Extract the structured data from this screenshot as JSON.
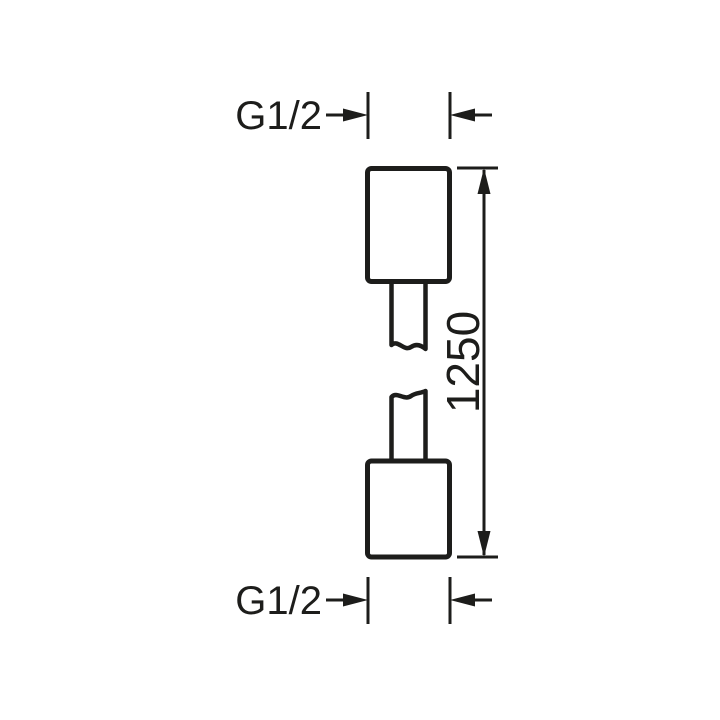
{
  "dims": {
    "top_thread": {
      "label": "G1/2"
    },
    "bottom_thread": {
      "label": "G1/2"
    },
    "length": {
      "label": "1250"
    }
  },
  "colors": {
    "line": "#1d1d1b",
    "background": "#ffffff"
  }
}
